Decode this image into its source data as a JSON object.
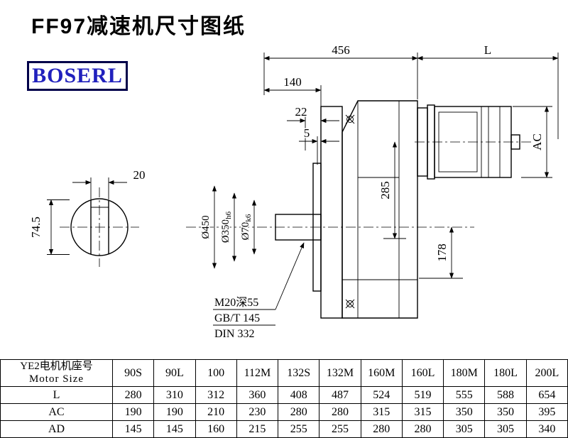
{
  "page": {
    "title": "FF97减速机尺寸图纸",
    "brand": "BOSERL"
  },
  "drawing": {
    "dims": {
      "span456": "456",
      "motor_l": "L",
      "front140": "140",
      "d22": "22",
      "d5": "5",
      "v285": "285",
      "ac": "AC",
      "v178": "178",
      "key20": "20",
      "key745": "74.5",
      "dia450": "Ø450",
      "dia350": "Ø350",
      "tol350": "h6",
      "dia70": "Ø70",
      "tol70": "k6"
    },
    "notes": {
      "tap": "M20深55",
      "gb": "GB/T 145",
      "din": "DIN 332"
    }
  },
  "table": {
    "row_header_cn": "YE2电机机座号",
    "row_header_en": "Motor Size",
    "columns": [
      "90S",
      "90L",
      "100",
      "112M",
      "132S",
      "132M",
      "160M",
      "160L",
      "180M",
      "180L",
      "200L"
    ],
    "rows": [
      {
        "label": "L",
        "values": [
          "280",
          "310",
          "312",
          "360",
          "408",
          "487",
          "524",
          "519",
          "555",
          "588",
          "654"
        ]
      },
      {
        "label": "AC",
        "values": [
          "190",
          "190",
          "210",
          "230",
          "280",
          "280",
          "315",
          "315",
          "350",
          "350",
          "395"
        ]
      },
      {
        "label": "AD",
        "values": [
          "145",
          "145",
          "160",
          "215",
          "255",
          "255",
          "280",
          "280",
          "305",
          "305",
          "340"
        ]
      }
    ]
  }
}
